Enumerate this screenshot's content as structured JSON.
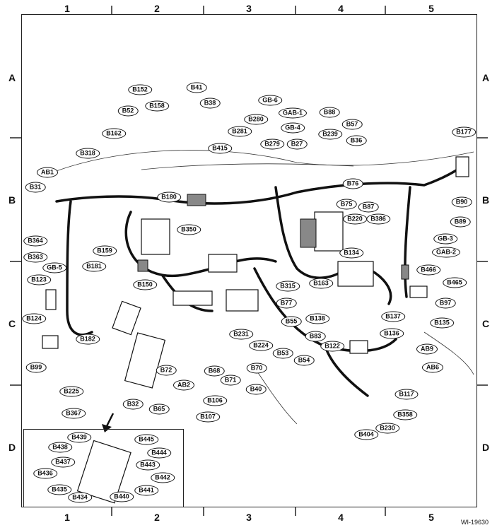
{
  "grid": {
    "columns": [
      "1",
      "2",
      "3",
      "4",
      "5"
    ],
    "rows": [
      "A",
      "B",
      "C",
      "D"
    ]
  },
  "connectors": [
    "B152",
    "B41",
    "B52",
    "B158",
    "B38",
    "B162",
    "B318",
    "B281",
    "B280",
    "B415",
    "GB-6",
    "GAB-1",
    "GB-4",
    "B88",
    "B57",
    "B239",
    "B279",
    "B27",
    "B36",
    "B177",
    "AB1",
    "B31",
    "B180",
    "B76",
    "B75",
    "B87",
    "B220",
    "B386",
    "B90",
    "B89",
    "GB-3",
    "GAB-2",
    "B350",
    "B364",
    "B363",
    "GB-5",
    "B159",
    "B181",
    "B134",
    "B466",
    "B465",
    "B123",
    "B150",
    "B315",
    "B163",
    "B77",
    "B97",
    "B55",
    "B138",
    "B137",
    "B135",
    "B124",
    "B231",
    "B83",
    "B136",
    "B182",
    "B224",
    "B122",
    "AB9",
    "B53",
    "B54",
    "AB6",
    "B99",
    "B72",
    "B68",
    "B71",
    "B70",
    "AB2",
    "B40",
    "B117",
    "B225",
    "B106",
    "B32",
    "B65",
    "B358",
    "B107",
    "B367",
    "B230",
    "B404"
  ],
  "inset_connectors": [
    "B439",
    "B445",
    "B438",
    "B444",
    "B437",
    "B443",
    "B436",
    "B442",
    "B435",
    "B441",
    "B434",
    "B440"
  ],
  "figure_id": "WI-19630"
}
